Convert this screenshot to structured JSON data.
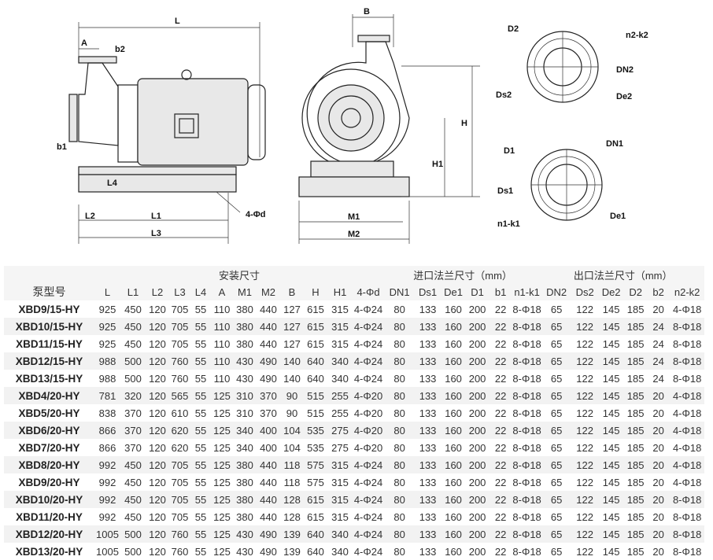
{
  "drawing_labels": {
    "L": "L",
    "A": "A",
    "b2": "b2",
    "b1": "b1",
    "L4": "L4",
    "L2": "L2",
    "L1": "L1",
    "L3": "L3",
    "d4": "4-Φd",
    "B": "B",
    "H": "H",
    "H1": "H1",
    "M1": "M1",
    "M2": "M2",
    "D2": "D2",
    "n2k2": "n2-k2",
    "DN2": "DN2",
    "Ds2": "Ds2",
    "De2": "De2",
    "D1": "D1",
    "DN1": "DN1",
    "Ds1": "Ds1",
    "n1k1": "n1-k1",
    "De1": "De1"
  },
  "table": {
    "groups": {
      "install": "安装尺寸",
      "inlet": "进口法兰尺寸（mm）",
      "outlet": "出口法兰尺寸（mm）"
    },
    "headers": [
      "泵型号",
      "L",
      "L1",
      "L2",
      "L3",
      "L4",
      "A",
      "M1",
      "M2",
      "B",
      "H",
      "H1",
      "4-Φd",
      "DN1",
      "Ds1",
      "De1",
      "D1",
      "b1",
      "n1-k1",
      "DN2",
      "Ds2",
      "De2",
      "D2",
      "b2",
      "n2-k2"
    ],
    "rows": [
      [
        "XBD9/15-HY",
        "925",
        "450",
        "120",
        "705",
        "55",
        "110",
        "380",
        "440",
        "127",
        "615",
        "315",
        "4-Φ24",
        "80",
        "133",
        "160",
        "200",
        "22",
        "8-Φ18",
        "65",
        "122",
        "145",
        "185",
        "20",
        "4-Φ18"
      ],
      [
        "XBD10/15-HY",
        "925",
        "450",
        "120",
        "705",
        "55",
        "110",
        "380",
        "440",
        "127",
        "615",
        "315",
        "4-Φ24",
        "80",
        "133",
        "160",
        "200",
        "22",
        "8-Φ18",
        "65",
        "122",
        "145",
        "185",
        "24",
        "8-Φ18"
      ],
      [
        "XBD11/15-HY",
        "925",
        "450",
        "120",
        "705",
        "55",
        "110",
        "380",
        "440",
        "127",
        "615",
        "315",
        "4-Φ24",
        "80",
        "133",
        "160",
        "200",
        "22",
        "8-Φ18",
        "65",
        "122",
        "145",
        "185",
        "24",
        "8-Φ18"
      ],
      [
        "XBD12/15-HY",
        "988",
        "500",
        "120",
        "760",
        "55",
        "110",
        "430",
        "490",
        "140",
        "640",
        "340",
        "4-Φ24",
        "80",
        "133",
        "160",
        "200",
        "22",
        "8-Φ18",
        "65",
        "122",
        "145",
        "185",
        "24",
        "8-Φ18"
      ],
      [
        "XBD13/15-HY",
        "988",
        "500",
        "120",
        "760",
        "55",
        "110",
        "430",
        "490",
        "140",
        "640",
        "340",
        "4-Φ24",
        "80",
        "133",
        "160",
        "200",
        "22",
        "8-Φ18",
        "65",
        "122",
        "145",
        "185",
        "24",
        "8-Φ18"
      ],
      [
        "XBD4/20-HY",
        "781",
        "320",
        "120",
        "565",
        "55",
        "125",
        "310",
        "370",
        "90",
        "515",
        "255",
        "4-Φ20",
        "80",
        "133",
        "160",
        "200",
        "22",
        "8-Φ18",
        "65",
        "122",
        "145",
        "185",
        "20",
        "4-Φ18"
      ],
      [
        "XBD5/20-HY",
        "838",
        "370",
        "120",
        "610",
        "55",
        "125",
        "310",
        "370",
        "90",
        "515",
        "255",
        "4-Φ20",
        "80",
        "133",
        "160",
        "200",
        "22",
        "8-Φ18",
        "65",
        "122",
        "145",
        "185",
        "20",
        "4-Φ18"
      ],
      [
        "XBD6/20-HY",
        "866",
        "370",
        "120",
        "620",
        "55",
        "125",
        "340",
        "400",
        "104",
        "535",
        "275",
        "4-Φ20",
        "80",
        "133",
        "160",
        "200",
        "22",
        "8-Φ18",
        "65",
        "122",
        "145",
        "185",
        "20",
        "4-Φ18"
      ],
      [
        "XBD7/20-HY",
        "866",
        "370",
        "120",
        "620",
        "55",
        "125",
        "340",
        "400",
        "104",
        "535",
        "275",
        "4-Φ20",
        "80",
        "133",
        "160",
        "200",
        "22",
        "8-Φ18",
        "65",
        "122",
        "145",
        "185",
        "20",
        "4-Φ18"
      ],
      [
        "XBD8/20-HY",
        "992",
        "450",
        "120",
        "705",
        "55",
        "125",
        "380",
        "440",
        "118",
        "575",
        "315",
        "4-Φ24",
        "80",
        "133",
        "160",
        "200",
        "22",
        "8-Φ18",
        "65",
        "122",
        "145",
        "185",
        "20",
        "4-Φ18"
      ],
      [
        "XBD9/20-HY",
        "992",
        "450",
        "120",
        "705",
        "55",
        "125",
        "380",
        "440",
        "118",
        "575",
        "315",
        "4-Φ24",
        "80",
        "133",
        "160",
        "200",
        "22",
        "8-Φ18",
        "65",
        "122",
        "145",
        "185",
        "20",
        "4-Φ18"
      ],
      [
        "XBD10/20-HY",
        "992",
        "450",
        "120",
        "705",
        "55",
        "125",
        "380",
        "440",
        "128",
        "615",
        "315",
        "4-Φ24",
        "80",
        "133",
        "160",
        "200",
        "22",
        "8-Φ18",
        "65",
        "122",
        "145",
        "185",
        "20",
        "8-Φ18"
      ],
      [
        "XBD11/20-HY",
        "992",
        "450",
        "120",
        "705",
        "55",
        "125",
        "380",
        "440",
        "128",
        "615",
        "315",
        "4-Φ24",
        "80",
        "133",
        "160",
        "200",
        "22",
        "8-Φ18",
        "65",
        "122",
        "145",
        "185",
        "20",
        "8-Φ18"
      ],
      [
        "XBD12/20-HY",
        "1005",
        "500",
        "120",
        "760",
        "55",
        "125",
        "430",
        "490",
        "139",
        "640",
        "340",
        "4-Φ24",
        "80",
        "133",
        "160",
        "200",
        "22",
        "8-Φ18",
        "65",
        "122",
        "145",
        "185",
        "20",
        "8-Φ18"
      ],
      [
        "XBD13/20-HY",
        "1005",
        "500",
        "120",
        "760",
        "55",
        "125",
        "430",
        "490",
        "139",
        "640",
        "340",
        "4-Φ24",
        "80",
        "133",
        "160",
        "200",
        "22",
        "8-Φ18",
        "65",
        "122",
        "145",
        "185",
        "20",
        "8-Φ18"
      ]
    ]
  }
}
